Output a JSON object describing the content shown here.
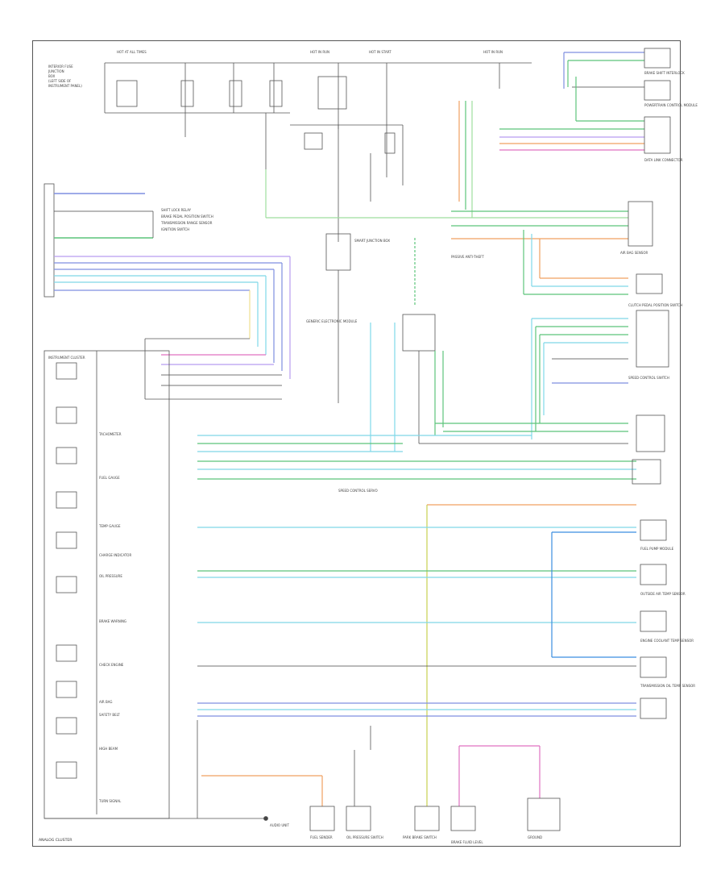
{
  "diagram": {
    "top_fuse_labels": [
      "HOT AT ALL TIMES",
      "HOT IN RUN",
      "HOT IN START",
      "HOT IN RUN"
    ],
    "top_left_block": [
      "INTERIOR FUSE",
      "JUNCTION",
      "BOX",
      "(LEFT SIDE OF",
      "INSTRUMENT PANEL)"
    ],
    "relay_labels": [
      "SHIFT LOCK RELAY",
      "BRAKE PEDAL POSITION SWITCH",
      "TRANSMISSION RANGE SENSOR",
      "IGNITION SWITCH"
    ],
    "right_connectors": [
      "BRAKE SHIFT INTERLOCK",
      "POWERTRAIN CONTROL MODULE",
      "DATA LINK CONNECTOR",
      "AIR BAG SENSOR",
      "CLUTCH PEDAL POSITION SWITCH",
      "SPEED CONTROL SWITCH",
      "FUEL PUMP MODULE",
      "OUTSIDE AIR TEMP SENSOR",
      "ENGINE COOLANT TEMP SENSOR",
      "TRANSMISSION OIL TEMP SENSOR"
    ],
    "left_gauge_labels": [
      "INSTRUMENT CLUSTER",
      "TACHOMETER",
      "FUEL GAUGE",
      "TEMP GAUGE",
      "CHARGE INDICATOR",
      "OIL PRESSURE",
      "BRAKE WARNING",
      "CHECK ENGINE",
      "AIR BAG",
      "SAFETY BELT",
      "HIGH BEAM",
      "TURN SIGNAL"
    ],
    "middle_labels": [
      "SMART JUNCTION BOX",
      "GENERIC ELECTRONIC MODULE",
      "PASSIVE ANTI-THEFT",
      "SPEED CONTROL SERVO"
    ],
    "bottom_components": [
      "FUEL SENDER",
      "OIL PRESSURE SWITCH",
      "PARK BRAKE SWITCH",
      "BRAKE FLUID LEVEL",
      "GROUND",
      "AUDIO UNIT"
    ],
    "footer": "ANALOG CLUSTER"
  },
  "colors": {
    "blue": "#7f8fe0",
    "light_blue": "#7fd8e8",
    "green": "#5cc47a",
    "light_green": "#9ede9e",
    "orange": "#f0a060",
    "pink": "#e070c0",
    "violet": "#b89cf0",
    "yellow_green": "#c8d050",
    "black": "#444444"
  }
}
